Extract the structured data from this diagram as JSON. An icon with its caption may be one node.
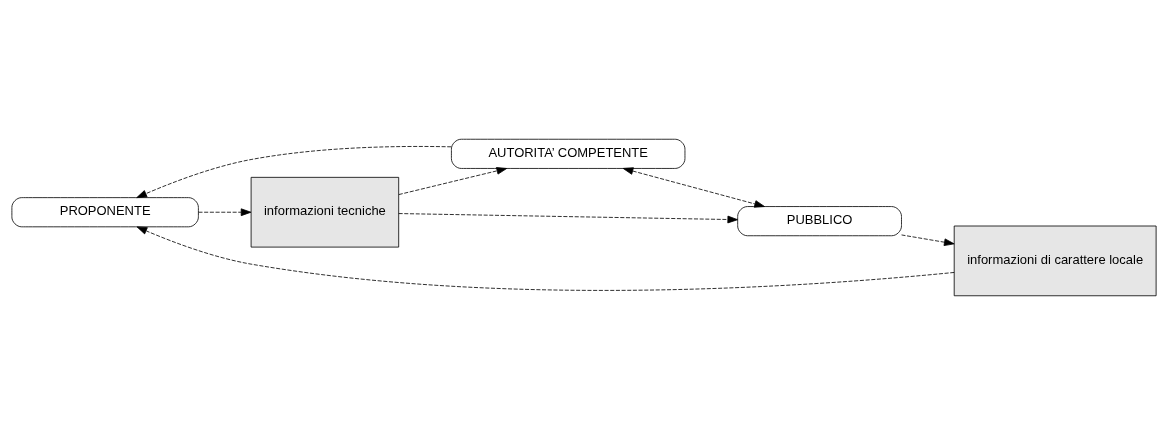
{
  "diagram": {
    "nodes": [
      {
        "text": [
          "PROPONENTE"
        ]
      },
      {
        "text": [
          "informazioni tecniche"
        ]
      },
      {
        "text": [
          "AUTORITA’ COMPETENTE"
        ]
      },
      {
        "text": [
          "informazioni di carattere locale"
        ]
      },
      {
        "text": [
          "PUBBLICO"
        ]
      }
    ],
    "edges": [
      {
        "from": 0,
        "to": 1,
        "arrow": "to",
        "style": "dashed"
      },
      {
        "from": 1,
        "to": 2,
        "arrow": "to",
        "style": "dashed"
      },
      {
        "from": 1,
        "to": 4,
        "arrow": "to",
        "style": "dashed"
      },
      {
        "from": 2,
        "to": 0,
        "arrow": "to",
        "style": "dashed"
      },
      {
        "from": 3,
        "to": 0,
        "arrow": "to",
        "style": "dashed"
      },
      {
        "from": 4,
        "to": 3,
        "arrow": "to",
        "style": "dashed"
      },
      {
        "from": 2,
        "to": 4,
        "arrow": "both",
        "style": "dashed"
      }
    ]
  }
}
